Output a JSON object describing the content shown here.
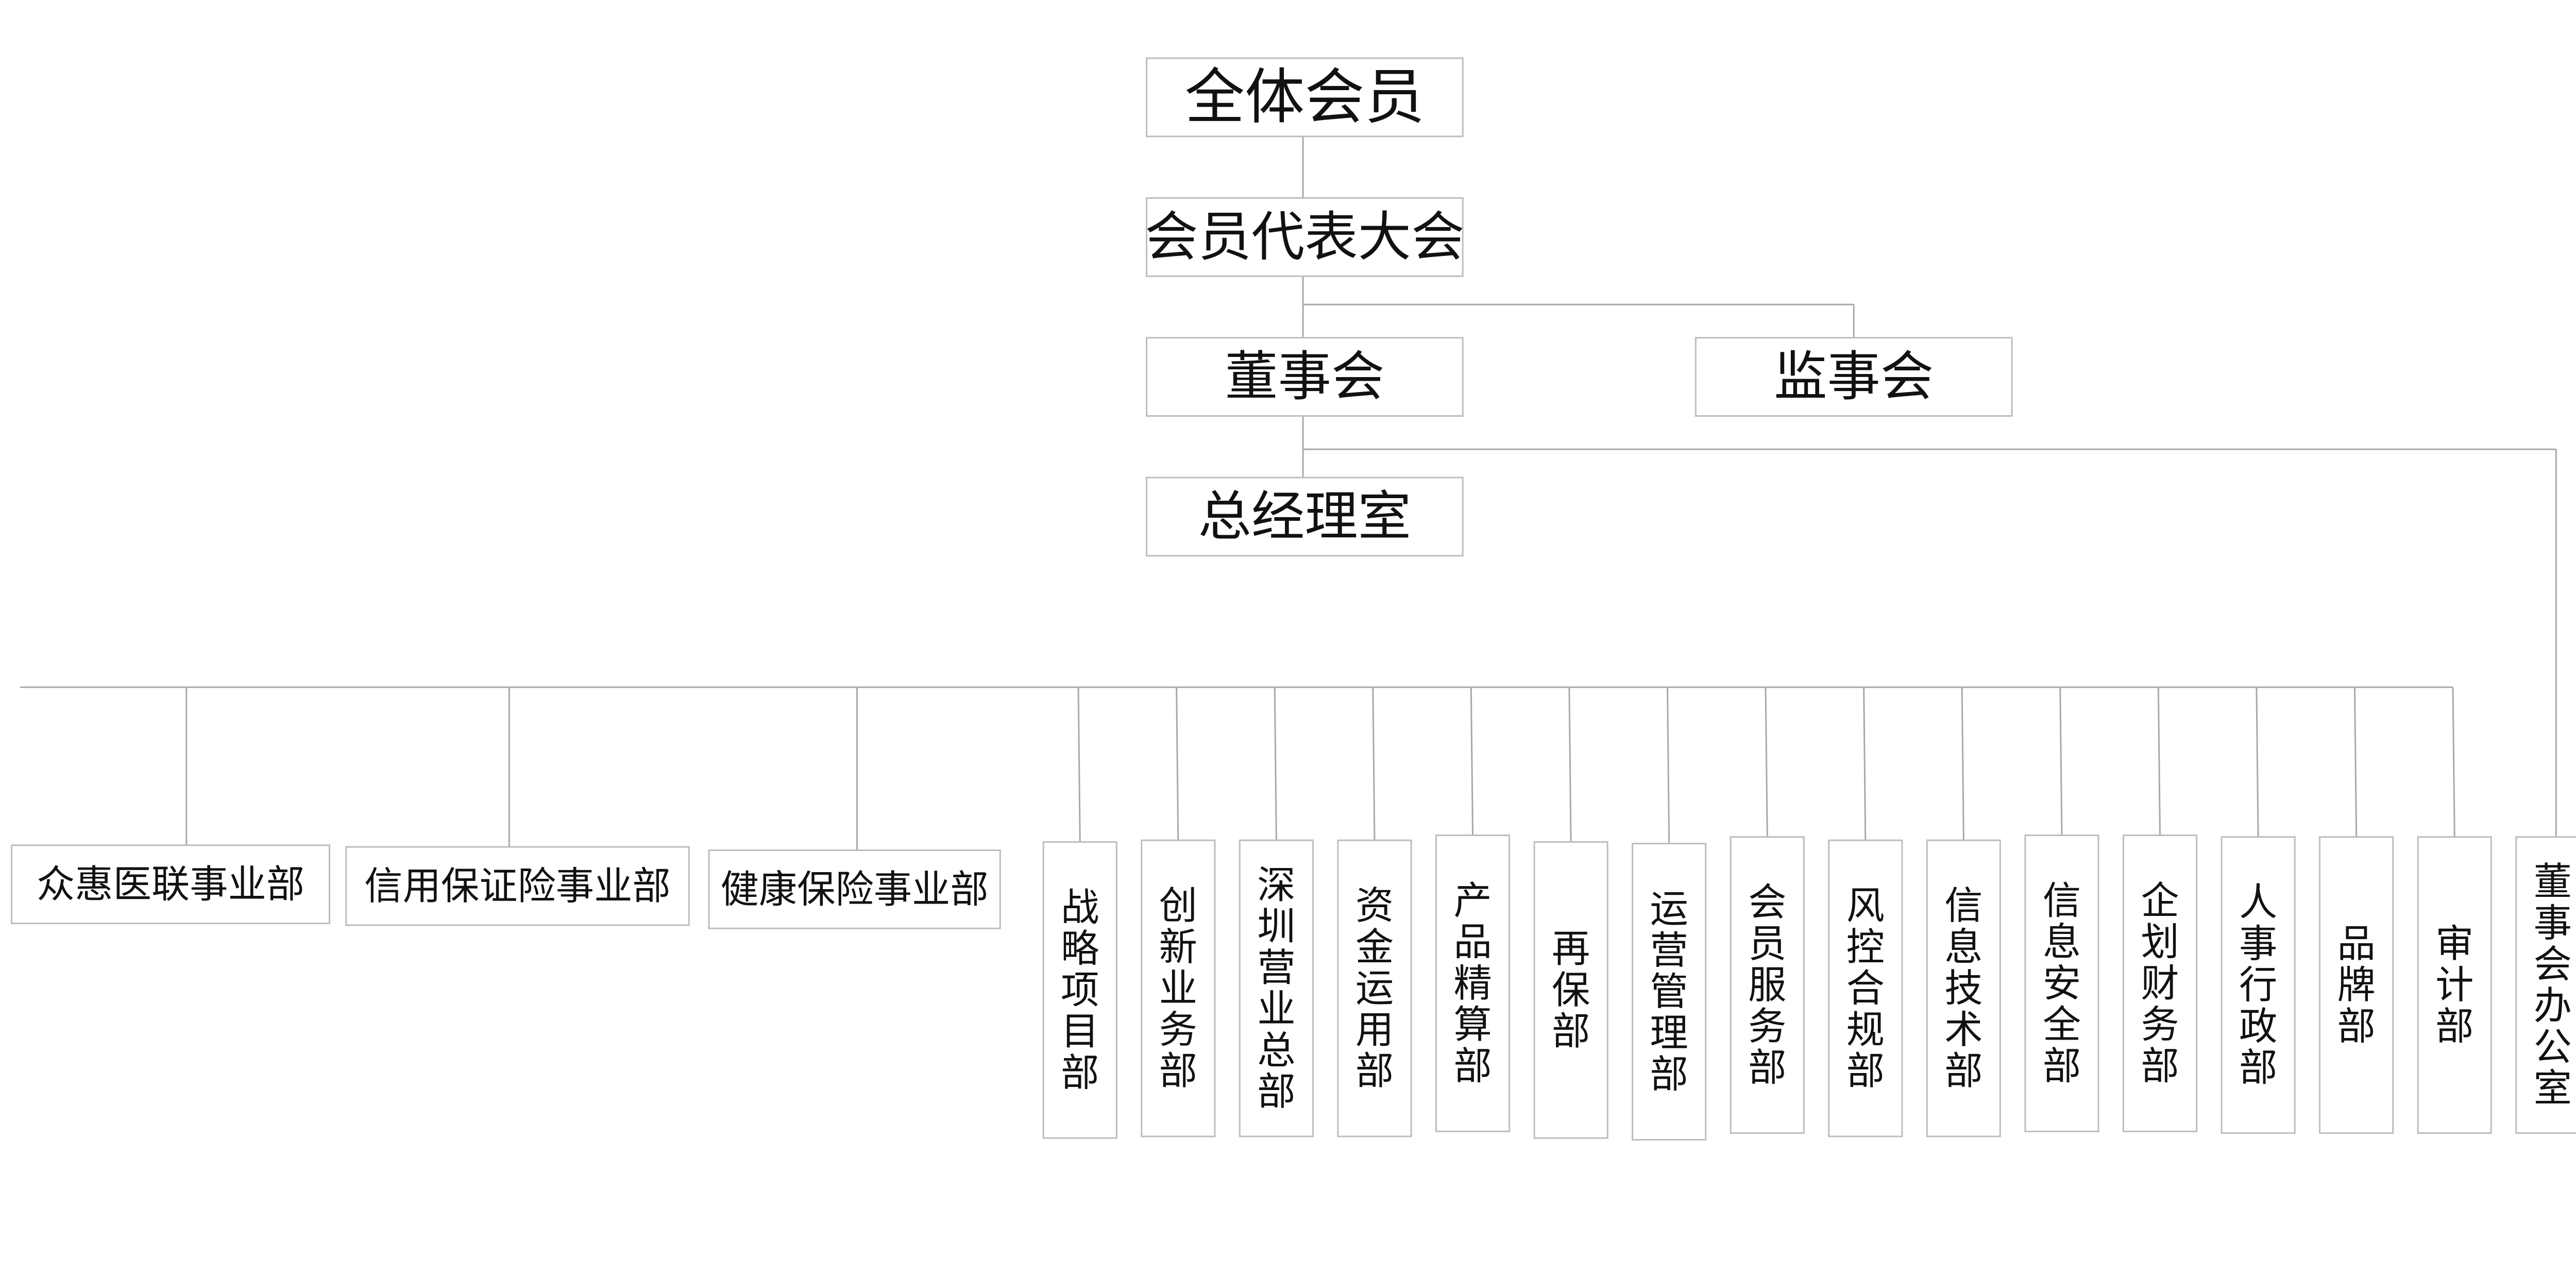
{
  "diagram": {
    "top": [
      {
        "id": "all-members",
        "label": "全体会员"
      },
      {
        "id": "member-congress",
        "label": "会员代表大会"
      },
      {
        "id": "board",
        "label": "董事会"
      },
      {
        "id": "supervisory-board",
        "label": "监事会"
      },
      {
        "id": "gm-office",
        "label": "总经理室"
      }
    ],
    "business_units": [
      {
        "id": "zhonghui",
        "label": "众惠医联事业部"
      },
      {
        "id": "credit-guarantee",
        "label": "信用保证险事业部"
      },
      {
        "id": "health-insurance",
        "label": "健康保险事业部"
      }
    ],
    "departments": [
      {
        "id": "strategy",
        "label": "战略项目部"
      },
      {
        "id": "innovation",
        "label": "创新业务部"
      },
      {
        "id": "shenzhen-sales",
        "label": "深圳营业总部"
      },
      {
        "id": "fund-use",
        "label": "资金运用部"
      },
      {
        "id": "actuarial",
        "label": "产品精算部"
      },
      {
        "id": "reinsurance",
        "label": "再保部"
      },
      {
        "id": "operations",
        "label": "运营管理部"
      },
      {
        "id": "member-service",
        "label": "会员服务部"
      },
      {
        "id": "risk-compliance",
        "label": "风控合规部"
      },
      {
        "id": "it",
        "label": "信息技术部"
      },
      {
        "id": "info-security",
        "label": "信息安全部"
      },
      {
        "id": "planning-finance",
        "label": "企划财务部"
      },
      {
        "id": "hr-admin",
        "label": "人事行政部"
      },
      {
        "id": "brand",
        "label": "品牌部"
      },
      {
        "id": "audit",
        "label": "审计部"
      }
    ],
    "board_office": {
      "id": "board-office",
      "label": "董事会办公室"
    }
  }
}
